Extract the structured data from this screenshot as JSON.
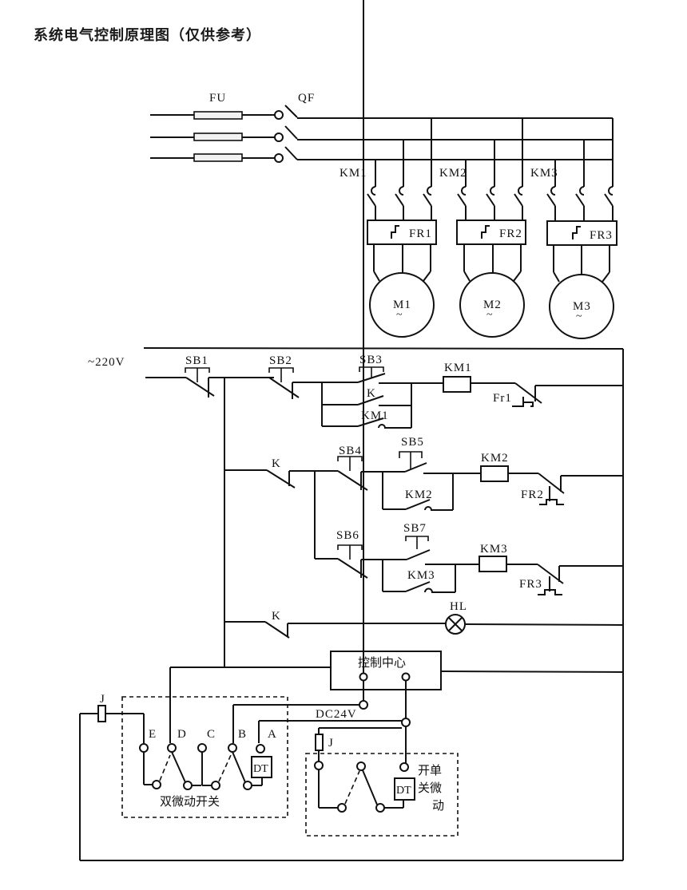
{
  "title": "系统电气控制原理图（仅供参考）",
  "power_circuit": {
    "fuse_label": "FU",
    "breaker_label": "QF",
    "contactors": [
      "KM1",
      "KM2",
      "KM3"
    ],
    "overloads": [
      "FR1",
      "FR2",
      "FR3"
    ],
    "motors": [
      {
        "label": "M1",
        "symbol": "~"
      },
      {
        "label": "M2",
        "symbol": "~"
      },
      {
        "label": "M3",
        "symbol": "~"
      }
    ]
  },
  "control_circuit": {
    "supply_label": "~220V",
    "buttons": [
      "SB1",
      "SB2",
      "SB3",
      "SB4",
      "SB5",
      "SB6",
      "SB7"
    ],
    "relay_contact": "K",
    "coils": [
      "KM1",
      "KM2",
      "KM3"
    ],
    "aux_contacts": [
      "KM1",
      "KM2",
      "KM3"
    ],
    "overload_contacts": [
      "Fr1",
      "FR2",
      "FR3"
    ],
    "lamp_label": "HL",
    "control_center": "控制中心",
    "dc_label": "DC24V",
    "relay_coil": "J"
  },
  "double_micro_switch": {
    "caption": "双微动开关",
    "terminals": [
      "E",
      "D",
      "C",
      "B",
      "A"
    ],
    "solenoid": "DT"
  },
  "single_micro_switch": {
    "caption_lines": [
      "开单",
      "关微",
      "动"
    ],
    "solenoid": "DT",
    "relay_coil": "J"
  }
}
